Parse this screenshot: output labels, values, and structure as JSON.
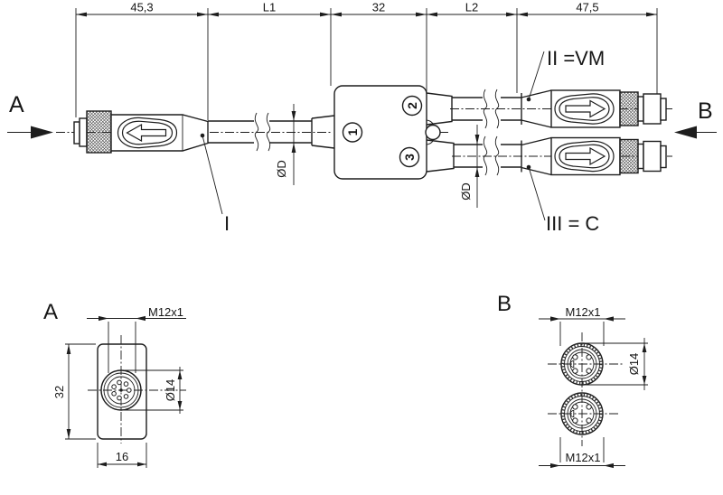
{
  "colors": {
    "line": "#1d1d1d",
    "background": "#ffffff"
  },
  "main_view": {
    "dim_45_3": "45,3",
    "dim_l1": "L1",
    "dim_32": "32",
    "dim_l2": "L2",
    "dim_47_5": "47,5",
    "view_arrow_a": "A",
    "view_arrow_b": "B",
    "cable_dia_left": "ØD",
    "cable_dia_right": "ØD",
    "port_1": "1",
    "port_2": "2",
    "port_3": "3",
    "callout_i": "I",
    "callout_ii": "II =VM",
    "callout_iii": "III = C"
  },
  "view_a": {
    "label": "A",
    "thread": "M12x1",
    "diameter": "Ø14",
    "height": "32",
    "width": "16"
  },
  "view_b": {
    "label": "B",
    "thread_top": "M12x1",
    "diameter": "Ø14",
    "thread_bottom": "M12x1"
  }
}
